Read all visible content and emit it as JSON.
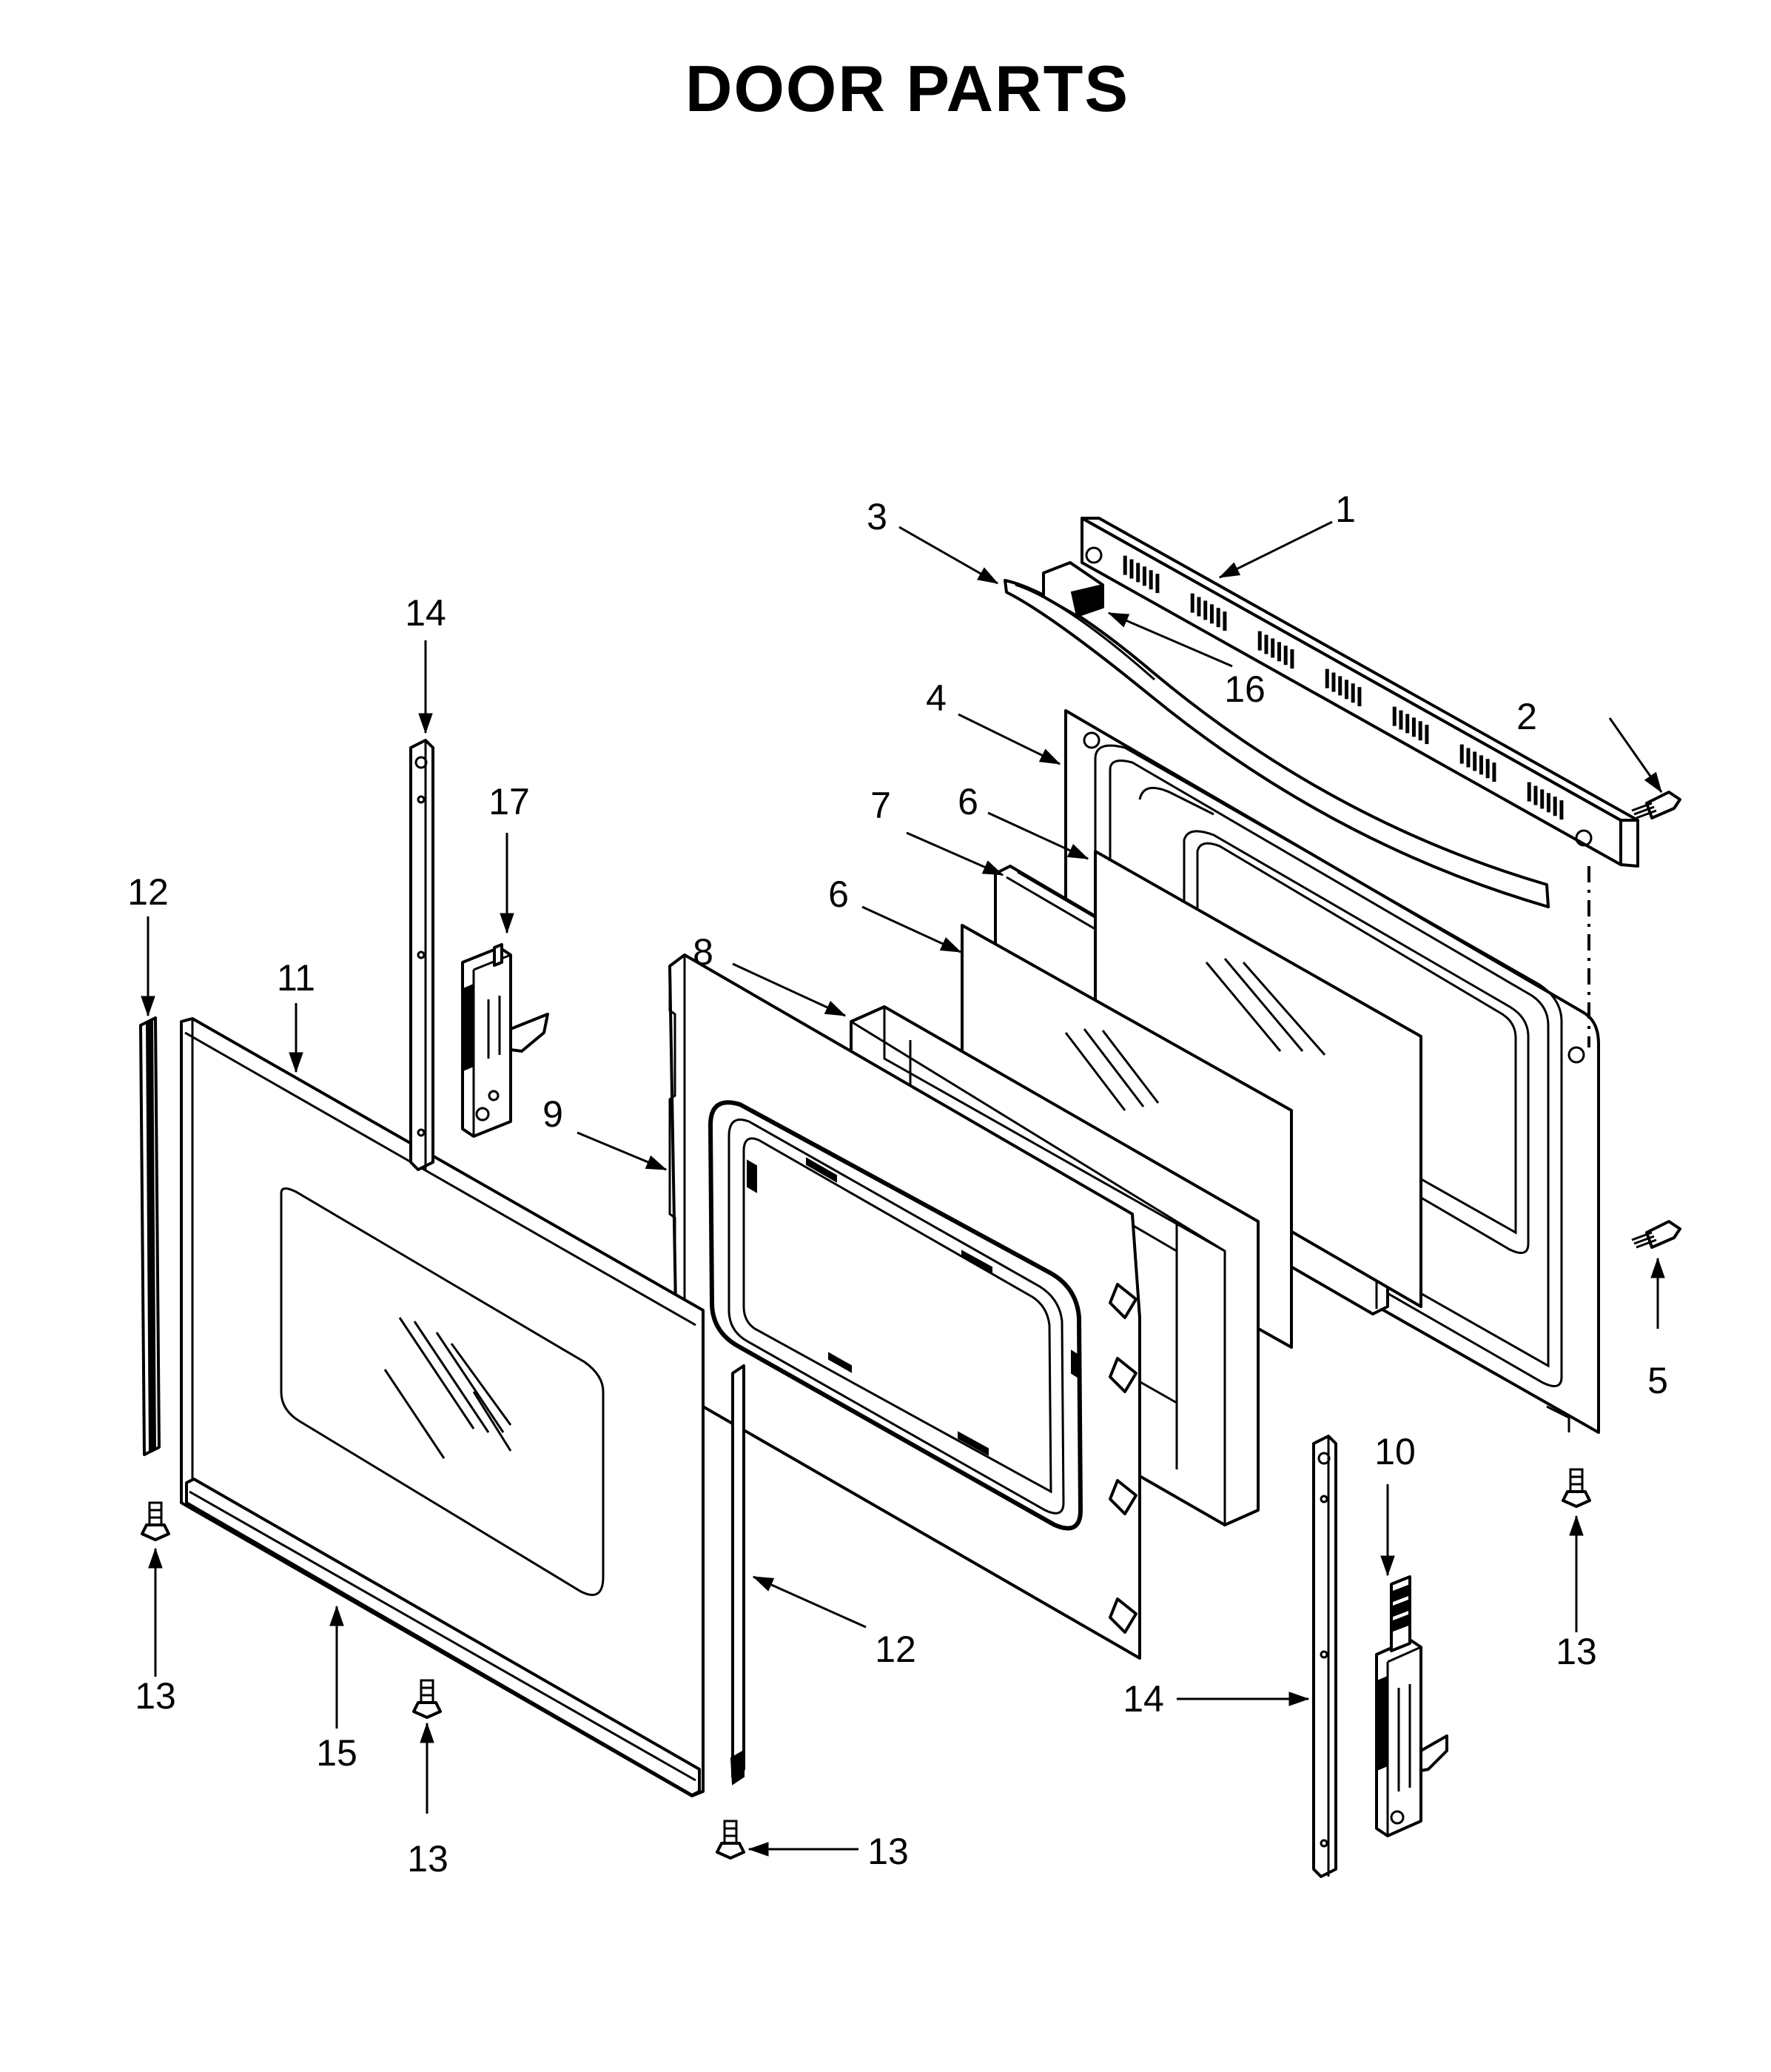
{
  "title": "DOOR PARTS",
  "callouts": {
    "c1": "1",
    "c2": "2",
    "c3": "3",
    "c4": "4",
    "c5": "5",
    "c6a": "6",
    "c6b": "6",
    "c7": "7",
    "c8": "8",
    "c9": "9",
    "c10": "10",
    "c11": "11",
    "c12a": "12",
    "c12b": "12",
    "c13a": "13",
    "c13b": "13",
    "c13c": "13",
    "c13d": "13",
    "c14a": "14",
    "c14b": "14",
    "c15": "15",
    "c16": "16",
    "c17": "17"
  }
}
